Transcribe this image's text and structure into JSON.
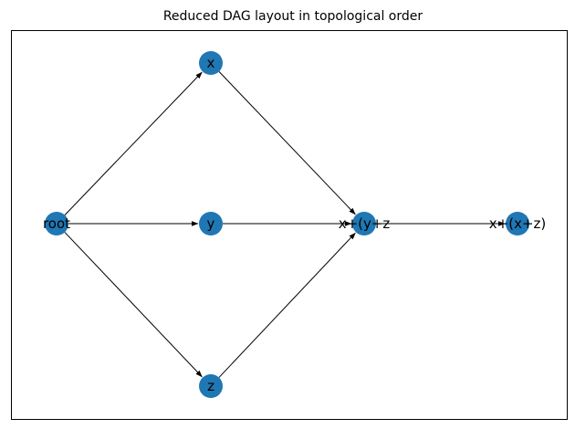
{
  "title": "Reduced DAG layout in topological order",
  "colors": {
    "node_fill": "#1f77b4",
    "edge": "#000000",
    "frame": "#000000",
    "background": "#ffffff"
  },
  "nodes": [
    {
      "id": "root",
      "label": "root"
    },
    {
      "id": "x",
      "label": "x"
    },
    {
      "id": "y",
      "label": "y"
    },
    {
      "id": "z",
      "label": "z"
    },
    {
      "id": "xyz",
      "label": "x+(y+z"
    },
    {
      "id": "xxz",
      "label": "x+(x+z)"
    }
  ],
  "edges": [
    {
      "from": "root",
      "to": "x"
    },
    {
      "from": "root",
      "to": "y"
    },
    {
      "from": "root",
      "to": "z"
    },
    {
      "from": "x",
      "to": "xyz"
    },
    {
      "from": "y",
      "to": "xyz"
    },
    {
      "from": "z",
      "to": "xyz"
    },
    {
      "from": "xyz",
      "to": "xxz"
    }
  ]
}
